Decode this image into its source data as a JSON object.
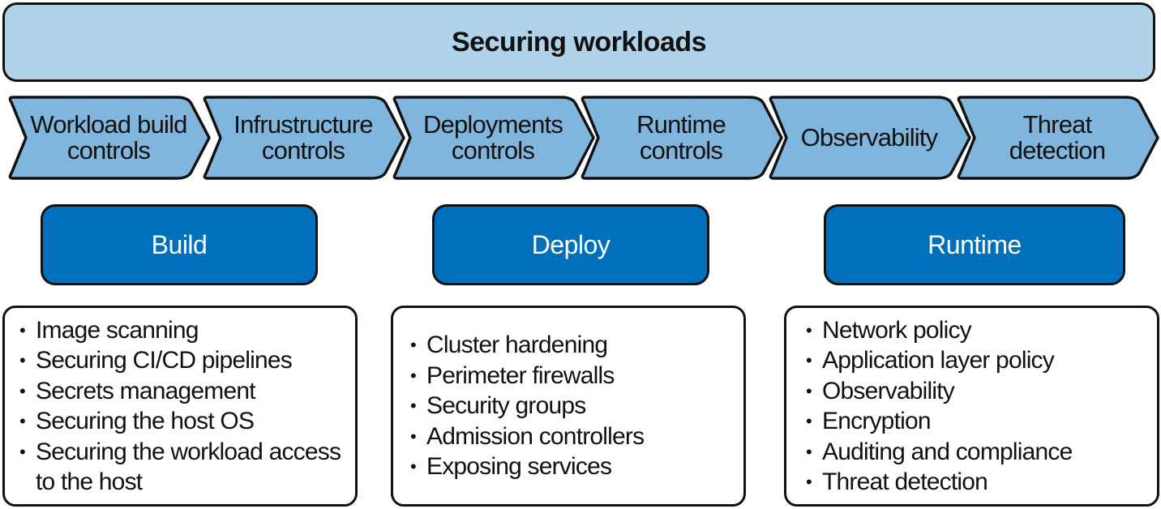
{
  "title": "Securing workloads",
  "controls": [
    {
      "label": "Workload build\ncontrols"
    },
    {
      "label": "Infrustructure\ncontrols"
    },
    {
      "label": "Deployments\ncontrols"
    },
    {
      "label": "Runtime\ncontrols"
    },
    {
      "label": "Observability"
    },
    {
      "label": "Threat\ndetection"
    }
  ],
  "phases": [
    {
      "label": "Build",
      "items": [
        "Image scanning",
        "Securing CI/CD pipelines",
        "Secrets management",
        "Securing the host OS",
        "Securing the workload access\nto the host"
      ]
    },
    {
      "label": "Deploy",
      "items": [
        "Cluster hardening",
        "Perimeter firewalls",
        "Security groups",
        "Admission controllers",
        "Exposing services"
      ]
    },
    {
      "label": "Runtime",
      "items": [
        "Network policy",
        "Application layer policy",
        "Observability",
        "Encryption",
        "Auditing and compliance",
        "Threat detection"
      ]
    }
  ],
  "colors": {
    "banner": "#b0d3ea",
    "chevron": "#80b6dd",
    "phase": "#0070bc",
    "border": "#111111"
  }
}
